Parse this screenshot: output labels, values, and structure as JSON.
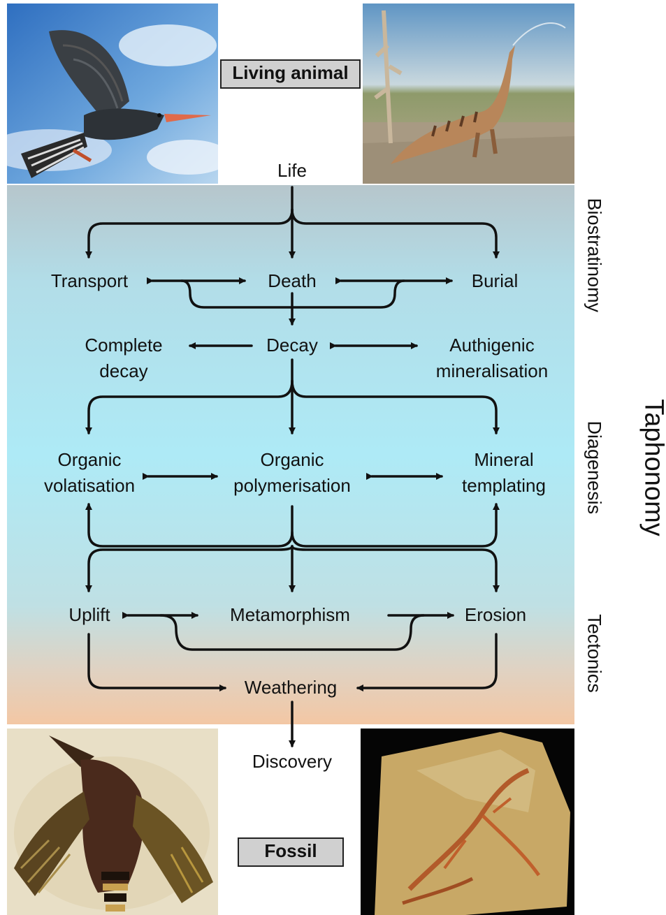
{
  "boxes": {
    "living_animal": "Living animal",
    "fossil": "Fossil"
  },
  "nodes": {
    "life": "Life",
    "transport": "Transport",
    "death": "Death",
    "burial": "Burial",
    "complete_decay_1": "Complete",
    "complete_decay_2": "decay",
    "decay": "Decay",
    "authigenic_1": "Authigenic",
    "authigenic_2": "mineralisation",
    "org_vol_1": "Organic",
    "org_vol_2": "volatisation",
    "org_poly_1": "Organic",
    "org_poly_2": "polymerisation",
    "mineral_1": "Mineral",
    "mineral_2": "templating",
    "uplift": "Uplift",
    "metamorphism": "Metamorphism",
    "erosion": "Erosion",
    "weathering": "Weathering",
    "discovery": "Discovery"
  },
  "stages": {
    "biostratinomy": "Biostratinomy",
    "diagenesis": "Diagenesis",
    "tectonics": "Tectonics",
    "taphonomy": "Taphonomy"
  },
  "pictures": {
    "bird_reconstruction": "flying-bird-illustration",
    "dinosaur_reconstruction": "feathered-dinosaur-illustration",
    "bird_fossil": "bird-fossil-photo",
    "dinosaur_fossil": "dinosaur-fossil-slab-photo"
  },
  "colors": {
    "band_top": "#b6c6cc",
    "band_mid": "#aeeaf6",
    "band_bottom": "#f3c7a4",
    "box_fill": "#d0d0d0"
  }
}
